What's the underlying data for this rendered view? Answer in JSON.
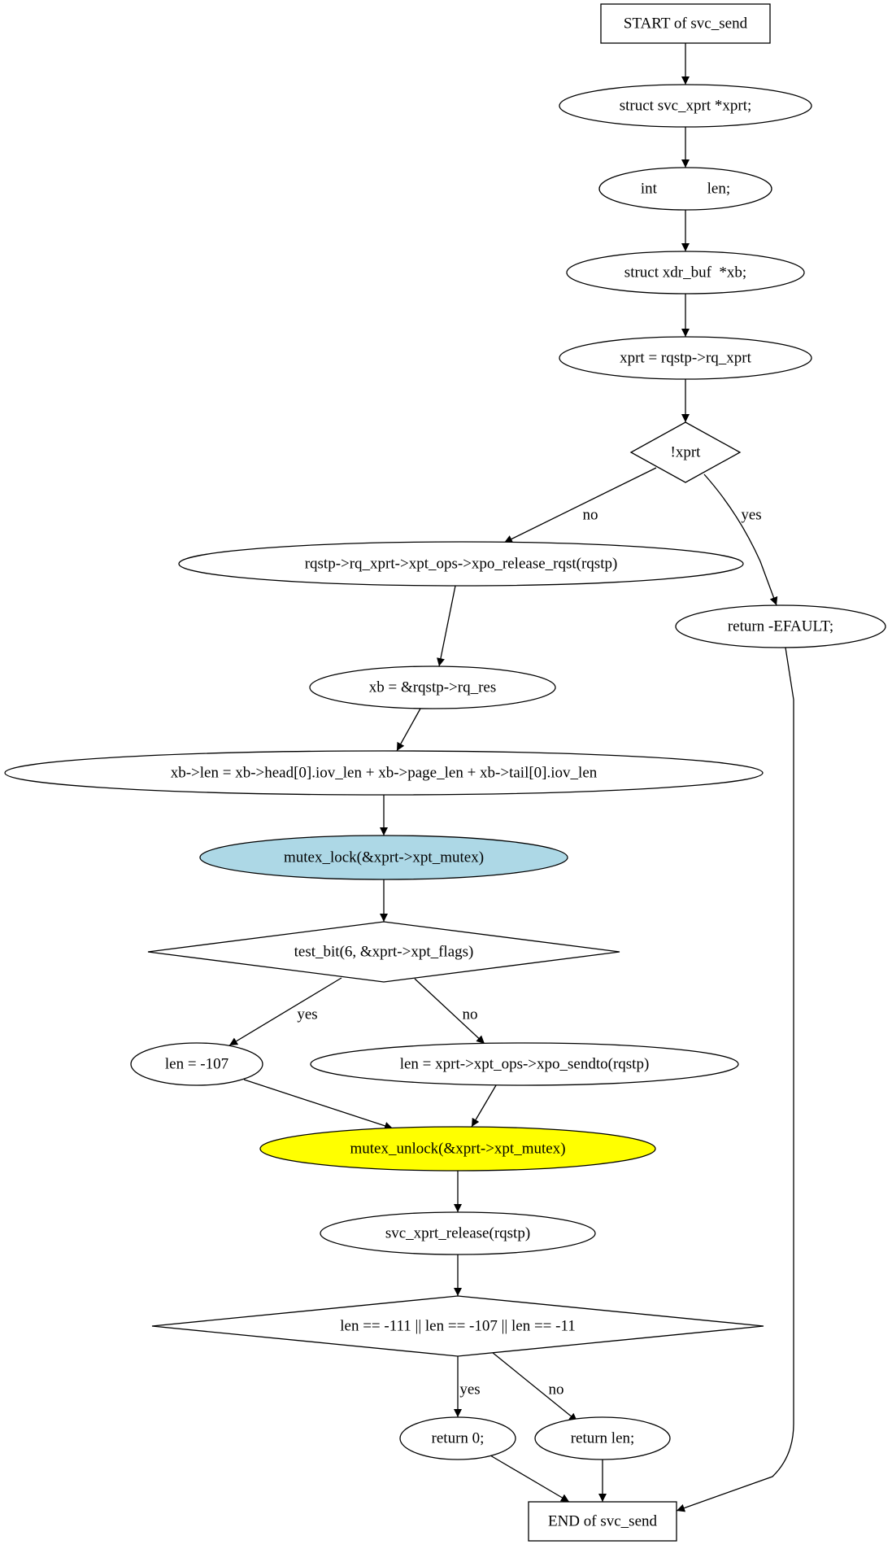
{
  "diagram": {
    "nodes": [
      {
        "id": "start",
        "shape": "box",
        "label": "START of svc_send"
      },
      {
        "id": "decl_xprt",
        "shape": "ellipse",
        "label": "struct svc_xprt *xprt;"
      },
      {
        "id": "decl_len",
        "shape": "ellipse",
        "label": "int             len;"
      },
      {
        "id": "decl_xb",
        "shape": "ellipse",
        "label": "struct xdr_buf  *xb;"
      },
      {
        "id": "assign_xprt",
        "shape": "ellipse",
        "label": "xprt = rqstp->rq_xprt"
      },
      {
        "id": "check_xprt",
        "shape": "diamond",
        "label": "!xprt"
      },
      {
        "id": "release_rqst",
        "shape": "ellipse",
        "label": "rqstp->rq_xprt->xpt_ops->xpo_release_rqst(rqstp)"
      },
      {
        "id": "return_efault",
        "shape": "ellipse",
        "label": "return -EFAULT;"
      },
      {
        "id": "assign_xb",
        "shape": "ellipse",
        "label": "xb = &rqstp->rq_res"
      },
      {
        "id": "xb_len",
        "shape": "ellipse",
        "label": "xb->len = xb->head[0].iov_len + xb->page_len + xb->tail[0].iov_len"
      },
      {
        "id": "mutex_lock",
        "shape": "ellipse",
        "label": "mutex_lock(&xprt->xpt_mutex)",
        "fill": "#add8e6"
      },
      {
        "id": "test_bit",
        "shape": "diamond",
        "label": "test_bit(6, &xprt->xpt_flags)"
      },
      {
        "id": "len_107",
        "shape": "ellipse",
        "label": "len = -107"
      },
      {
        "id": "sendto",
        "shape": "ellipse",
        "label": "len = xprt->xpt_ops->xpo_sendto(rqstp)"
      },
      {
        "id": "mutex_unlock",
        "shape": "ellipse",
        "label": "mutex_unlock(&xprt->xpt_mutex)",
        "fill": "#ffff00"
      },
      {
        "id": "xprt_release",
        "shape": "ellipse",
        "label": "svc_xprt_release(rqstp)"
      },
      {
        "id": "check_len",
        "shape": "diamond",
        "label": "len == -111 || len == -107 || len == -11"
      },
      {
        "id": "return_0",
        "shape": "ellipse",
        "label": "return 0;"
      },
      {
        "id": "return_len",
        "shape": "ellipse",
        "label": "return len;"
      },
      {
        "id": "end",
        "shape": "box",
        "label": "END of svc_send"
      }
    ],
    "edges": [
      {
        "from": "start",
        "to": "decl_xprt",
        "label": ""
      },
      {
        "from": "decl_xprt",
        "to": "decl_len",
        "label": ""
      },
      {
        "from": "decl_len",
        "to": "decl_xb",
        "label": ""
      },
      {
        "from": "decl_xb",
        "to": "assign_xprt",
        "label": ""
      },
      {
        "from": "assign_xprt",
        "to": "check_xprt",
        "label": ""
      },
      {
        "from": "check_xprt",
        "to": "release_rqst",
        "label": "no"
      },
      {
        "from": "check_xprt",
        "to": "return_efault",
        "label": "yes"
      },
      {
        "from": "release_rqst",
        "to": "assign_xb",
        "label": ""
      },
      {
        "from": "assign_xb",
        "to": "xb_len",
        "label": ""
      },
      {
        "from": "xb_len",
        "to": "mutex_lock",
        "label": ""
      },
      {
        "from": "mutex_lock",
        "to": "test_bit",
        "label": ""
      },
      {
        "from": "test_bit",
        "to": "len_107",
        "label": "yes"
      },
      {
        "from": "test_bit",
        "to": "sendto",
        "label": "no"
      },
      {
        "from": "len_107",
        "to": "mutex_unlock",
        "label": ""
      },
      {
        "from": "sendto",
        "to": "mutex_unlock",
        "label": ""
      },
      {
        "from": "mutex_unlock",
        "to": "xprt_release",
        "label": ""
      },
      {
        "from": "xprt_release",
        "to": "check_len",
        "label": ""
      },
      {
        "from": "check_len",
        "to": "return_0",
        "label": "yes"
      },
      {
        "from": "check_len",
        "to": "return_len",
        "label": "no"
      },
      {
        "from": "return_0",
        "to": "end",
        "label": ""
      },
      {
        "from": "return_len",
        "to": "end",
        "label": ""
      },
      {
        "from": "return_efault",
        "to": "end",
        "label": ""
      }
    ]
  }
}
